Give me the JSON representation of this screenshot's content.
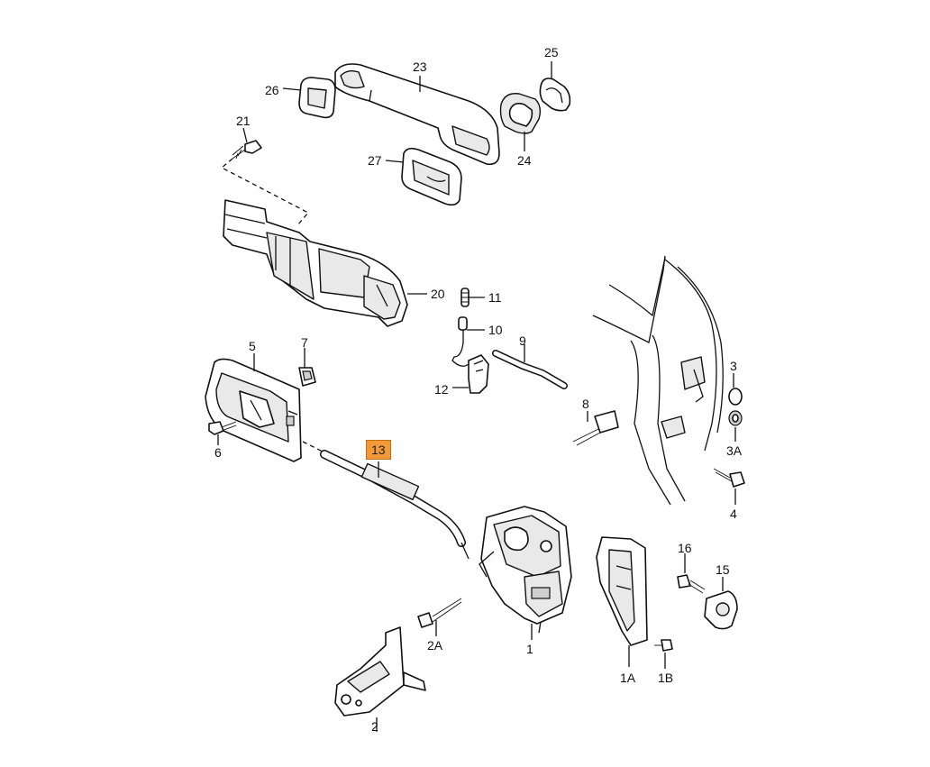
{
  "diagram": {
    "highlight_color": "#f29a3a",
    "labels": {
      "p1": "1",
      "p1A": "1A",
      "p1B": "1B",
      "p2": "2",
      "p2A": "2A",
      "p3": "3",
      "p3A": "3A",
      "p4": "4",
      "p5": "5",
      "p6": "6",
      "p7": "7",
      "p8": "8",
      "p9": "9",
      "p10": "10",
      "p11": "11",
      "p12": "12",
      "p13": "13",
      "p15": "15",
      "p16": "16",
      "p20": "20",
      "p21": "21",
      "p23": "23",
      "p24": "24",
      "p25": "25",
      "p26": "26",
      "p27": "27"
    },
    "highlighted_part": "13"
  }
}
